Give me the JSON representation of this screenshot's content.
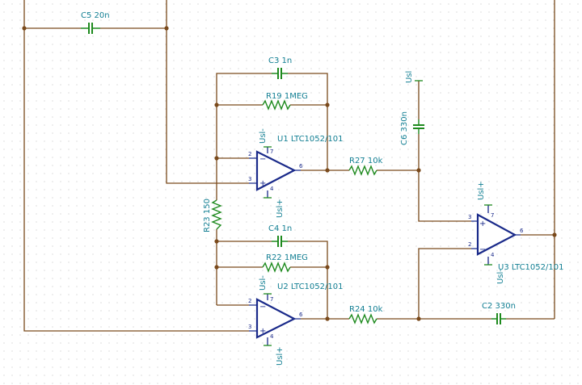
{
  "components": {
    "c5": {
      "label": "C5 20n"
    },
    "c3": {
      "label": "C3 1n"
    },
    "r19": {
      "label": "R19 1MEG"
    },
    "u1": {
      "label": "U1 LTC1052/101",
      "supply_neg": "Usl-",
      "supply_pos": "Usl+"
    },
    "r27": {
      "label": "R27 10k"
    },
    "c6": {
      "label": "C6 330n",
      "supply": "Usl"
    },
    "r23": {
      "label": "R23 150"
    },
    "c4": {
      "label": "C4 1n"
    },
    "r22": {
      "label": "R22 1MEG"
    },
    "u2": {
      "label": "U2 LTC1052/101",
      "supply_neg": "Usl-",
      "supply_pos": "Usl+"
    },
    "u3": {
      "label": "U3 LTC1052/101",
      "supply_pos": "Usl+",
      "supply_neg": "Usl-"
    },
    "r24": {
      "label": "R24 10k"
    },
    "c2": {
      "label": "C2 330n"
    }
  },
  "pins": {
    "inv": "2",
    "noninv": "3",
    "out": "6",
    "v_pos": "7",
    "v_neg": "4"
  },
  "signs": {
    "minus": "−",
    "plus": "+"
  }
}
